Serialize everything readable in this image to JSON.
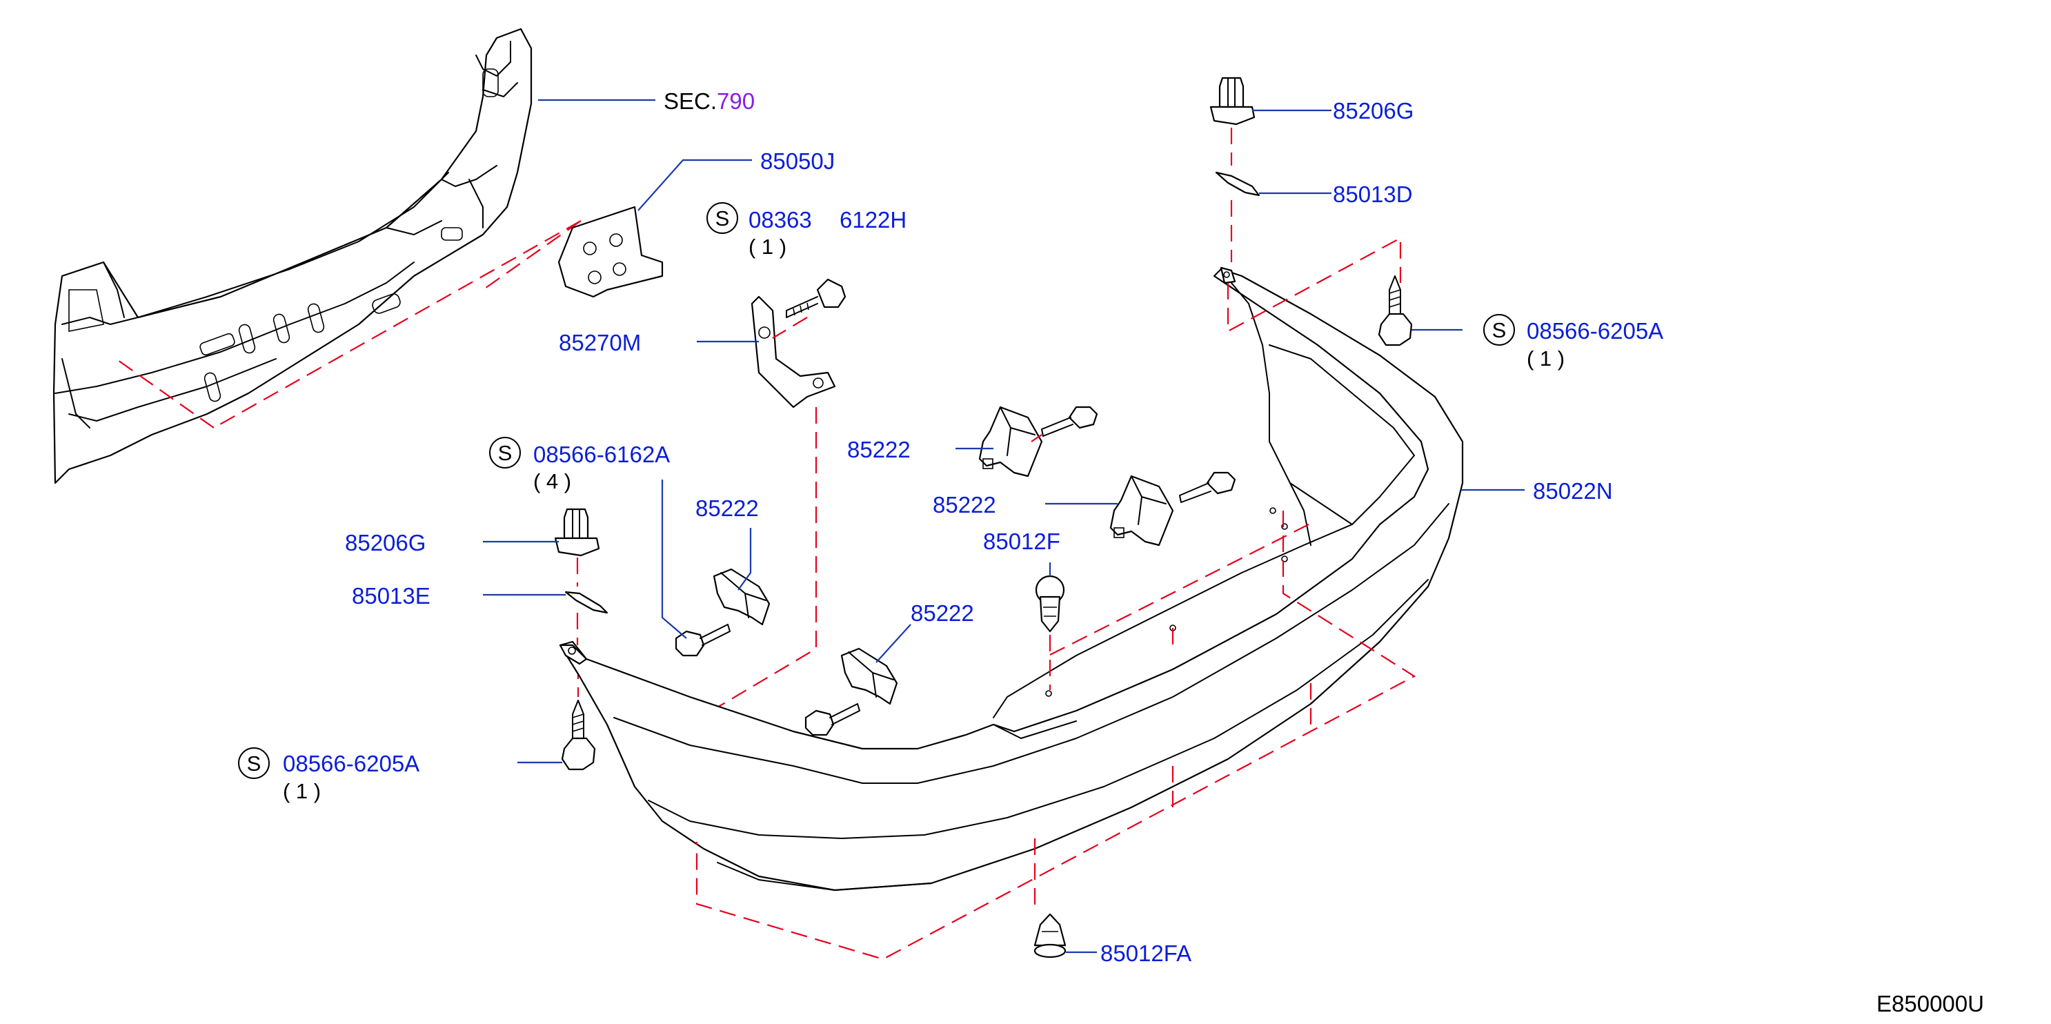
{
  "labels": {
    "sec_prefix": "SEC.",
    "sec_number": "790",
    "p85050J": "85050J",
    "s08363": "08363",
    "p6122H": "6122H",
    "p85270M": "85270M",
    "p85222_a": "85222",
    "p85222_b": "85222",
    "p85222_c": "85222",
    "p85222_d": "85222",
    "s08566_6162A": "08566-6162A",
    "p85206G_left": "85206G",
    "p85013E": "85013E",
    "s08566_6205A_left": "08566-6205A",
    "p85012F": "85012F",
    "p85012FA": "85012FA",
    "p85206G_right": "85206G",
    "p85013D": "85013D",
    "s08566_6205A_right": "08566-6205A",
    "p85022N": "85022N"
  },
  "quantities": {
    "q08363": "( 1 )",
    "q6162A": "( 4 )",
    "q6205A_left": "( 1 )",
    "q6205A_right": "( 1 )"
  },
  "symbols": {
    "standard_part": "S"
  },
  "diagram_code": "E850000U",
  "colors": {
    "part_label": "#0a1ed8",
    "leader": "#1a3aa8",
    "dashed_guide": "#e8001c",
    "section_number": "#8a1ee0",
    "outline": "#000000"
  }
}
